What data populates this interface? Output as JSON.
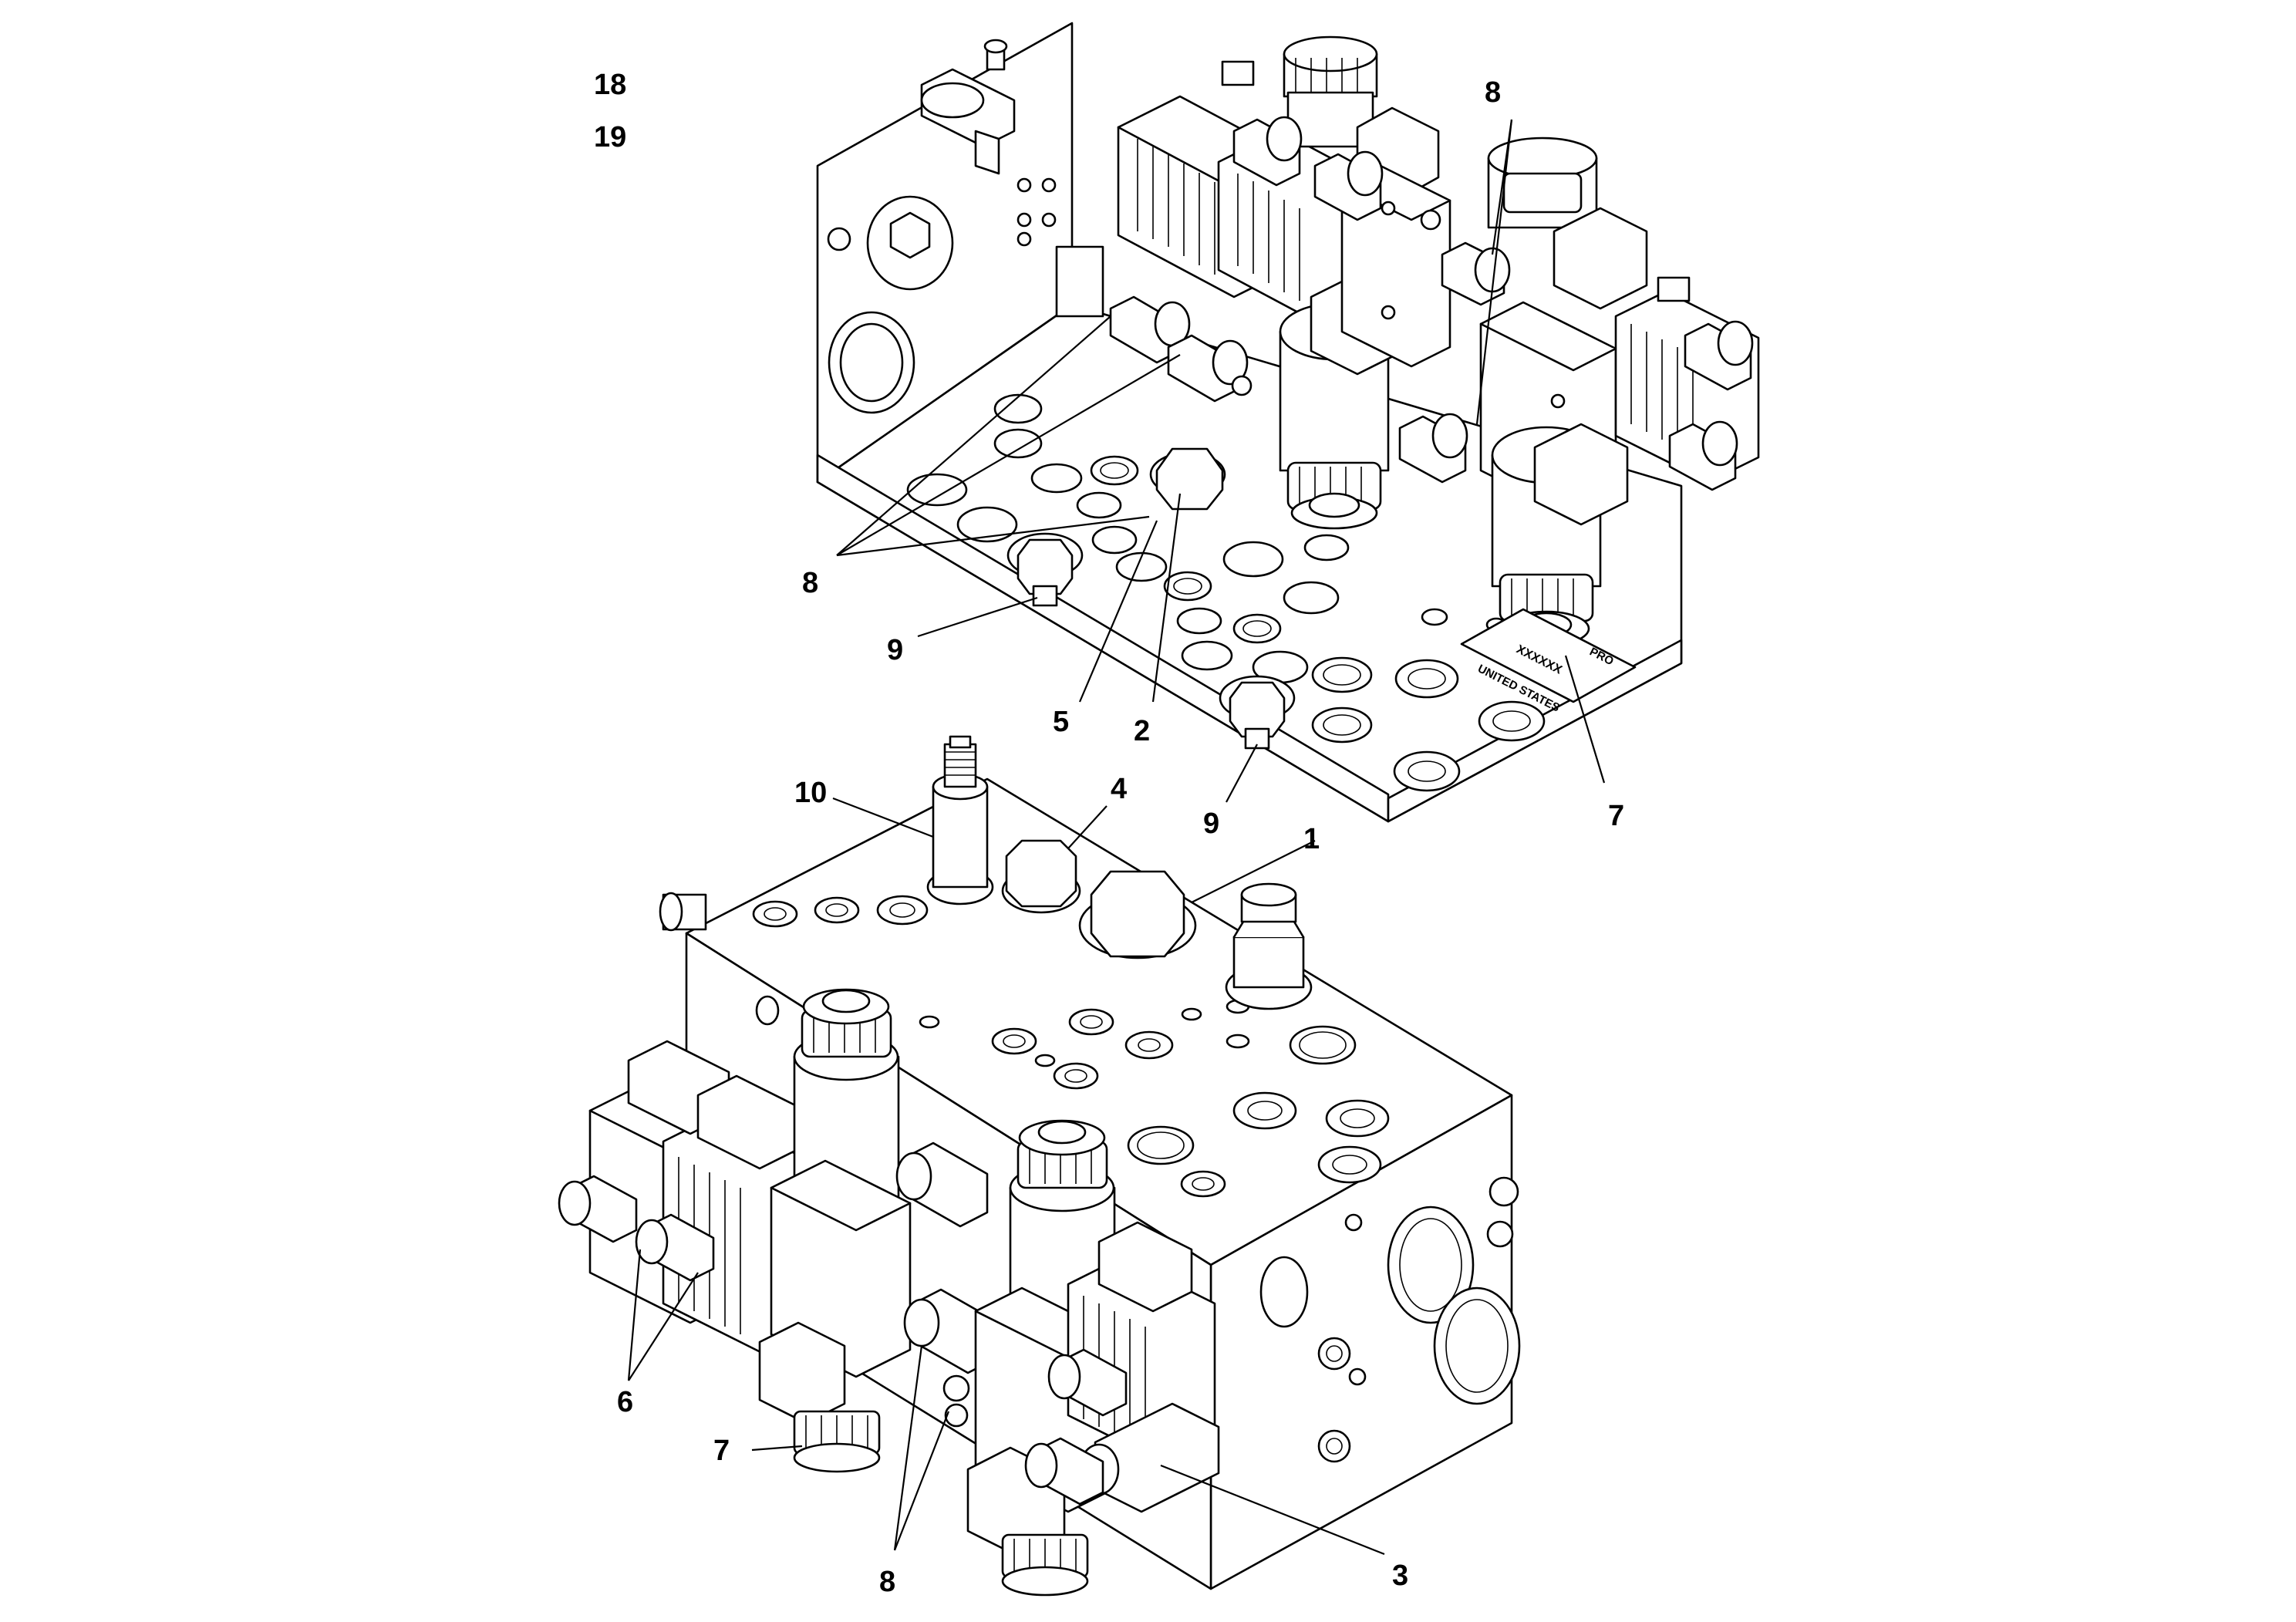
{
  "figure_refs": [
    "18",
    "19"
  ],
  "labels": {
    "l1": "1",
    "l2": "2",
    "l3": "3",
    "l4": "4",
    "l5": "5",
    "l6": "6",
    "l7a": "7",
    "l7b": "7",
    "l8a": "8",
    "l8b": "8",
    "l8c": "8",
    "l9a": "9",
    "l9b": "9",
    "l10": "10"
  },
  "plate_text": [
    "XXXXXX",
    "UNITED STATES",
    "PRO"
  ]
}
